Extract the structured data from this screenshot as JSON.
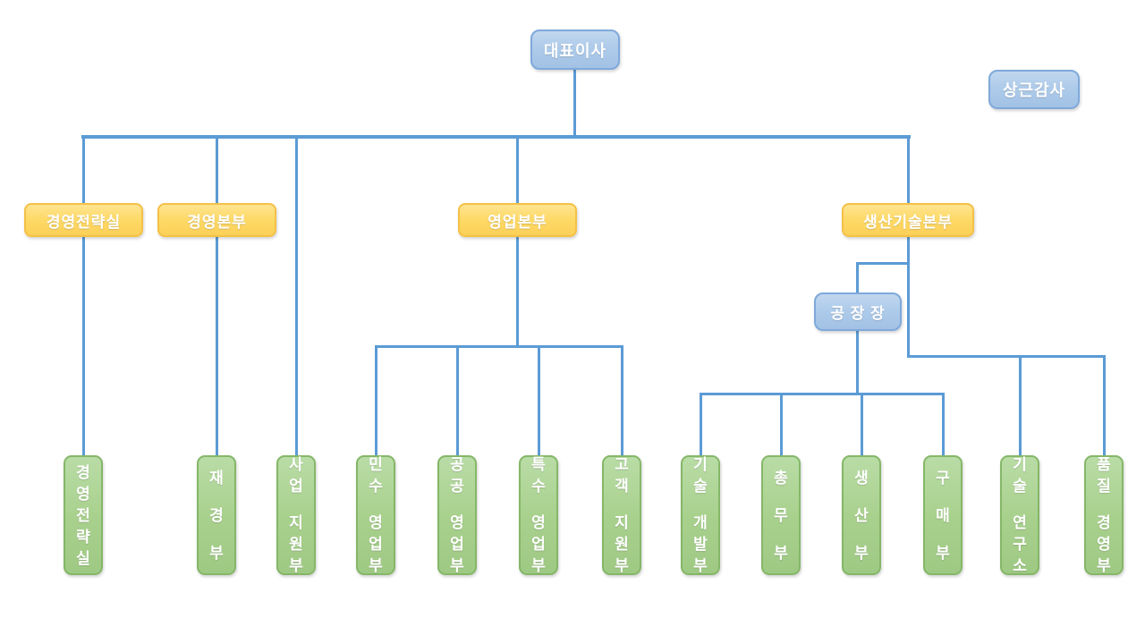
{
  "colors": {
    "connector_blue": "#5B9BD5",
    "blue_node_fill": "#AECBEA",
    "blue_node_border": "#7FA9DB",
    "orange_node_fill": "#FED966",
    "orange_node_border": "#F4C147",
    "green_node_fill": "#A9D18E",
    "green_node_border": "#85B768",
    "node_text": "#FFFFFF",
    "background": "#FFFFFF"
  },
  "org": {
    "ceo": "대표이사",
    "auditor": "상근감사",
    "factory_manager": "공 장 장",
    "divisions": [
      {
        "label": "경영전략실"
      },
      {
        "label": "경영본부"
      },
      {
        "label": "영업본부"
      },
      {
        "label": "생산기술본부"
      }
    ],
    "departments": [
      {
        "label": "경영전략실"
      },
      {
        "label": "재 경 부"
      },
      {
        "label": "사업 지원부"
      },
      {
        "label": "민수 영업부"
      },
      {
        "label": "공공 영업부"
      },
      {
        "label": "특수 영업부"
      },
      {
        "label": "고객 지원부"
      },
      {
        "label": "기술 개발부"
      },
      {
        "label": "총 무 부"
      },
      {
        "label": "생 산 부"
      },
      {
        "label": "구 매 부"
      },
      {
        "label": "기술 연구소"
      },
      {
        "label": "품질 경영부"
      }
    ]
  }
}
